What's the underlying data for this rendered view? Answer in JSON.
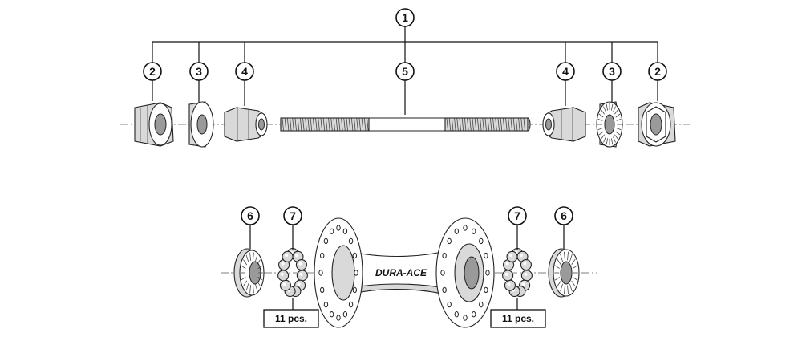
{
  "callouts": {
    "c1": "1",
    "c2_left": "2",
    "c3_left": "3",
    "c4_left": "4",
    "c5": "5",
    "c4_right": "4",
    "c3_right": "3",
    "c2_right": "2",
    "c6_left": "6",
    "c7_left": "7",
    "c7_right": "7",
    "c6_right": "6"
  },
  "quantity_labels": {
    "left": "11 pcs.",
    "right": "11 pcs."
  },
  "hub_brand": "DURA-ACE",
  "colors": {
    "ink": "#111111",
    "shade": "#d9d9d9",
    "background": "#ffffff"
  }
}
